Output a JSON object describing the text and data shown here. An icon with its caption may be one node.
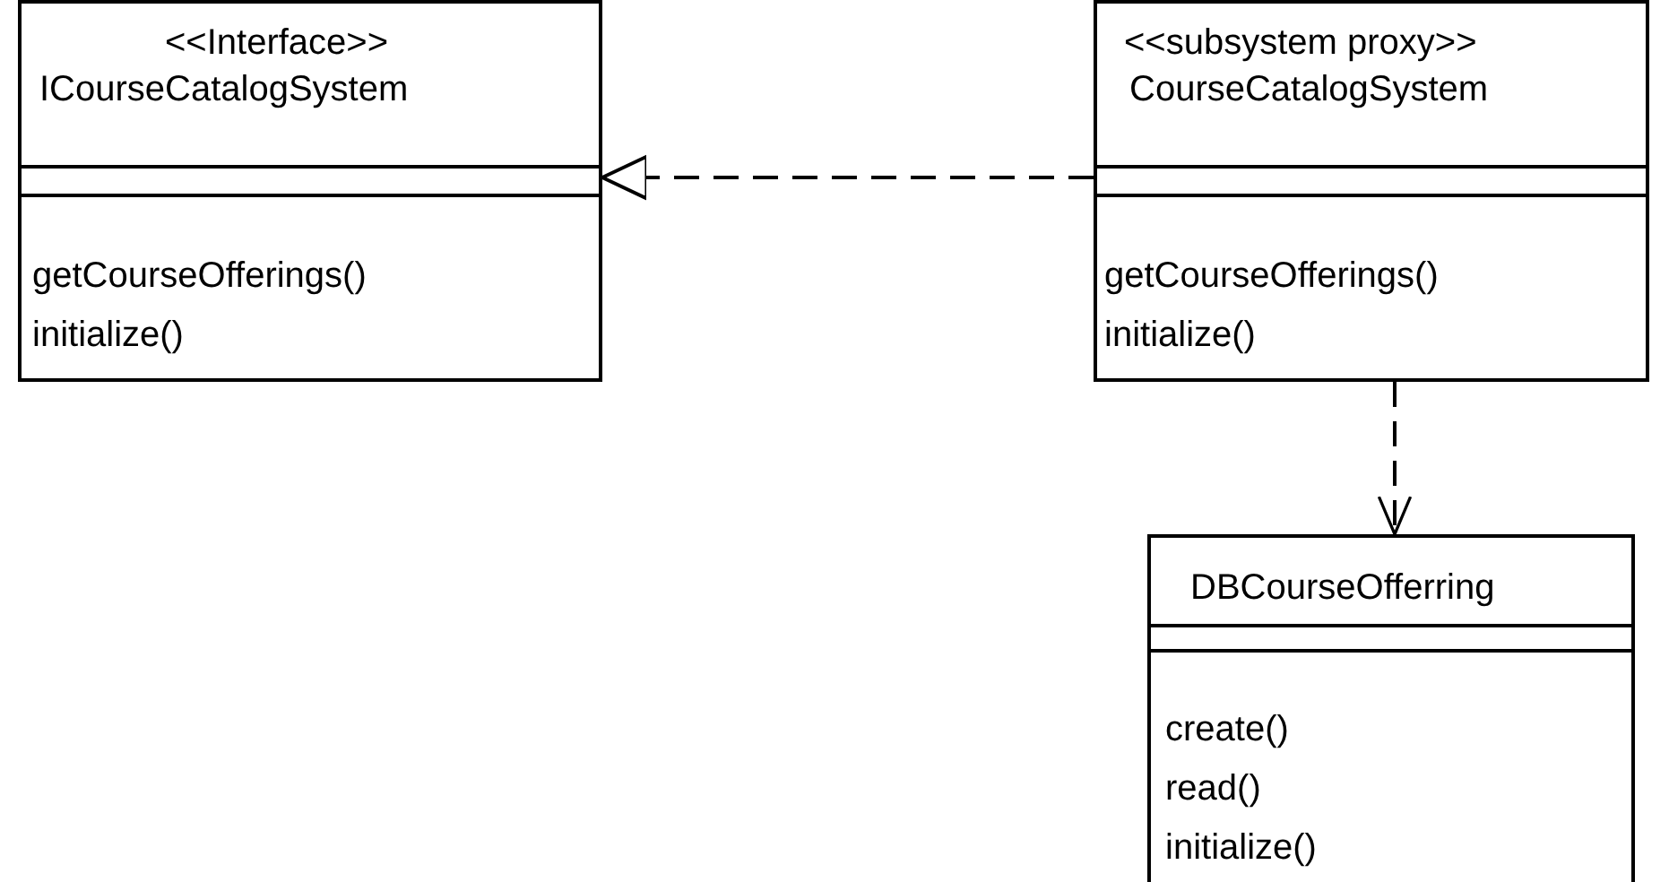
{
  "diagram": {
    "nodes": [
      {
        "text": [
          "<<Interface>>",
          "ICourseCatalogSystem",
          "getCourseOfferings()",
          "initialize()"
        ]
      },
      {
        "text": [
          "<<subsystem proxy>>",
          "CourseCatalogSystem",
          "getCourseOfferings()",
          "initialize()"
        ]
      },
      {
        "text": [
          "DBCourseOfferring",
          "create()",
          "read()",
          "initialize()"
        ]
      }
    ],
    "edges": [
      {
        "from": 1,
        "to": 0,
        "arrow": "to",
        "style": "dashed"
      },
      {
        "from": 1,
        "to": 2,
        "arrow": "to",
        "style": "dashed"
      }
    ]
  }
}
